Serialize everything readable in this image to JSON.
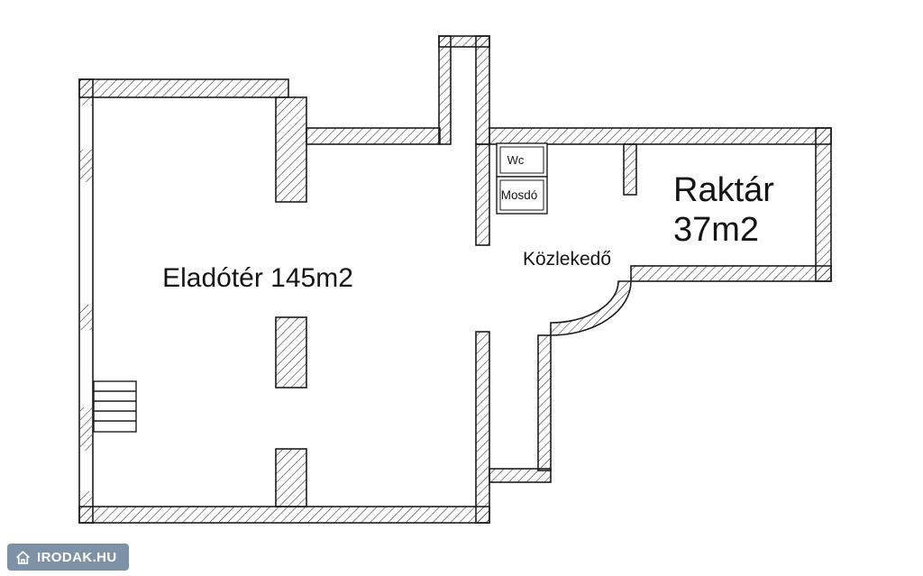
{
  "canvas": {
    "background": "#ffffff",
    "line_color": "#1c1c1c",
    "hatch_color": "#2a2a2a"
  },
  "rooms": {
    "eladoter": {
      "label": "Eladótér 145m2"
    },
    "raktar": {
      "name": "Raktár",
      "area": "37m2"
    },
    "kozlekedo": {
      "label": "Közlekedő"
    },
    "wc": {
      "label": "Wc"
    },
    "mosdo": {
      "label": "Mosdó"
    }
  },
  "watermark": {
    "label": "IRODAK.HU",
    "background_color": "#7d91a7",
    "text_color": "#ffffff"
  }
}
